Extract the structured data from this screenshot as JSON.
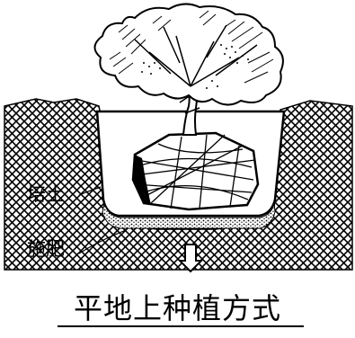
{
  "labels": {
    "soil": "培土",
    "fertilizer": "施肥"
  },
  "caption": "平地上种植方式",
  "colors": {
    "ink": "#000000",
    "paper": "#ffffff"
  },
  "icons": {
    "downward_arrow": "down-arrow-icon"
  }
}
